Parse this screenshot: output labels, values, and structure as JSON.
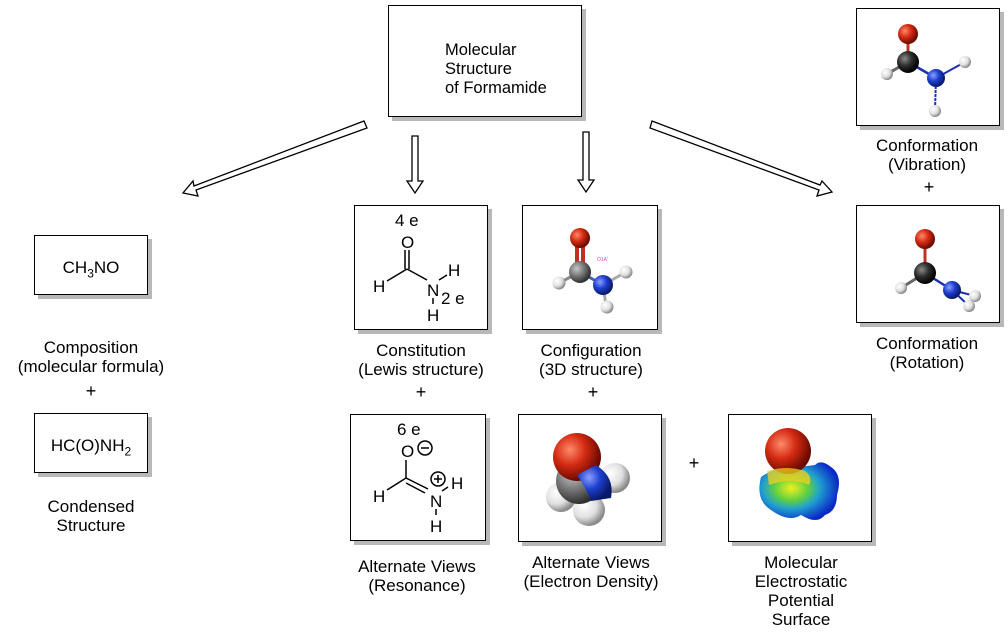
{
  "root": {
    "lines": [
      "Molecular",
      "Structure",
      "of Formamide"
    ]
  },
  "composition": {
    "formula": {
      "main": "CH",
      "sub": "3",
      "tail": "NO"
    },
    "label": [
      "Composition",
      "(molecular formula)"
    ],
    "plus": "+",
    "condensed": {
      "main": "HC(O)NH",
      "sub": "2"
    },
    "condensed_label": [
      "Condensed",
      "Structure"
    ]
  },
  "constitution": {
    "atoms": {
      "o": "O",
      "h1": "H",
      "n": "N",
      "h2": "H",
      "h3": "H"
    },
    "electrons_top": "4 e",
    "electrons_n": "2 e",
    "label": [
      "Constitution",
      "(Lewis structure)"
    ],
    "plus": "+"
  },
  "resonance": {
    "atoms": {
      "o": "O",
      "h1": "H",
      "n": "N",
      "h2": "H",
      "h3": "H"
    },
    "electrons_top": "6 e",
    "charge_o": "−",
    "charge_n": "+",
    "label": [
      "Alternate Views",
      "(Resonance)"
    ]
  },
  "configuration": {
    "atom_tag": "O1A'",
    "label": [
      "Configuration",
      "(3D structure)"
    ],
    "plus": "+"
  },
  "electron_density": {
    "label": [
      "Alternate Views",
      "(Electron Density)"
    ],
    "plus": "+"
  },
  "mep": {
    "label": [
      "Molecular",
      "Electrostatic",
      "Potential",
      "Surface"
    ]
  },
  "vibration": {
    "label": [
      "Conformation",
      "(Vibration)"
    ],
    "plus": "+"
  },
  "rotation": {
    "label": [
      "Conformation",
      "(Rotation)"
    ]
  },
  "colors": {
    "oxygen": "#d42a12",
    "carbon_gray": "#7a7a7a",
    "carbon_dark": "#2e2e2e",
    "nitrogen": "#1e3fd0",
    "hydrogen": "#e8e8e8",
    "tag": "#e040c8",
    "shadow": "#b8b8b8"
  }
}
